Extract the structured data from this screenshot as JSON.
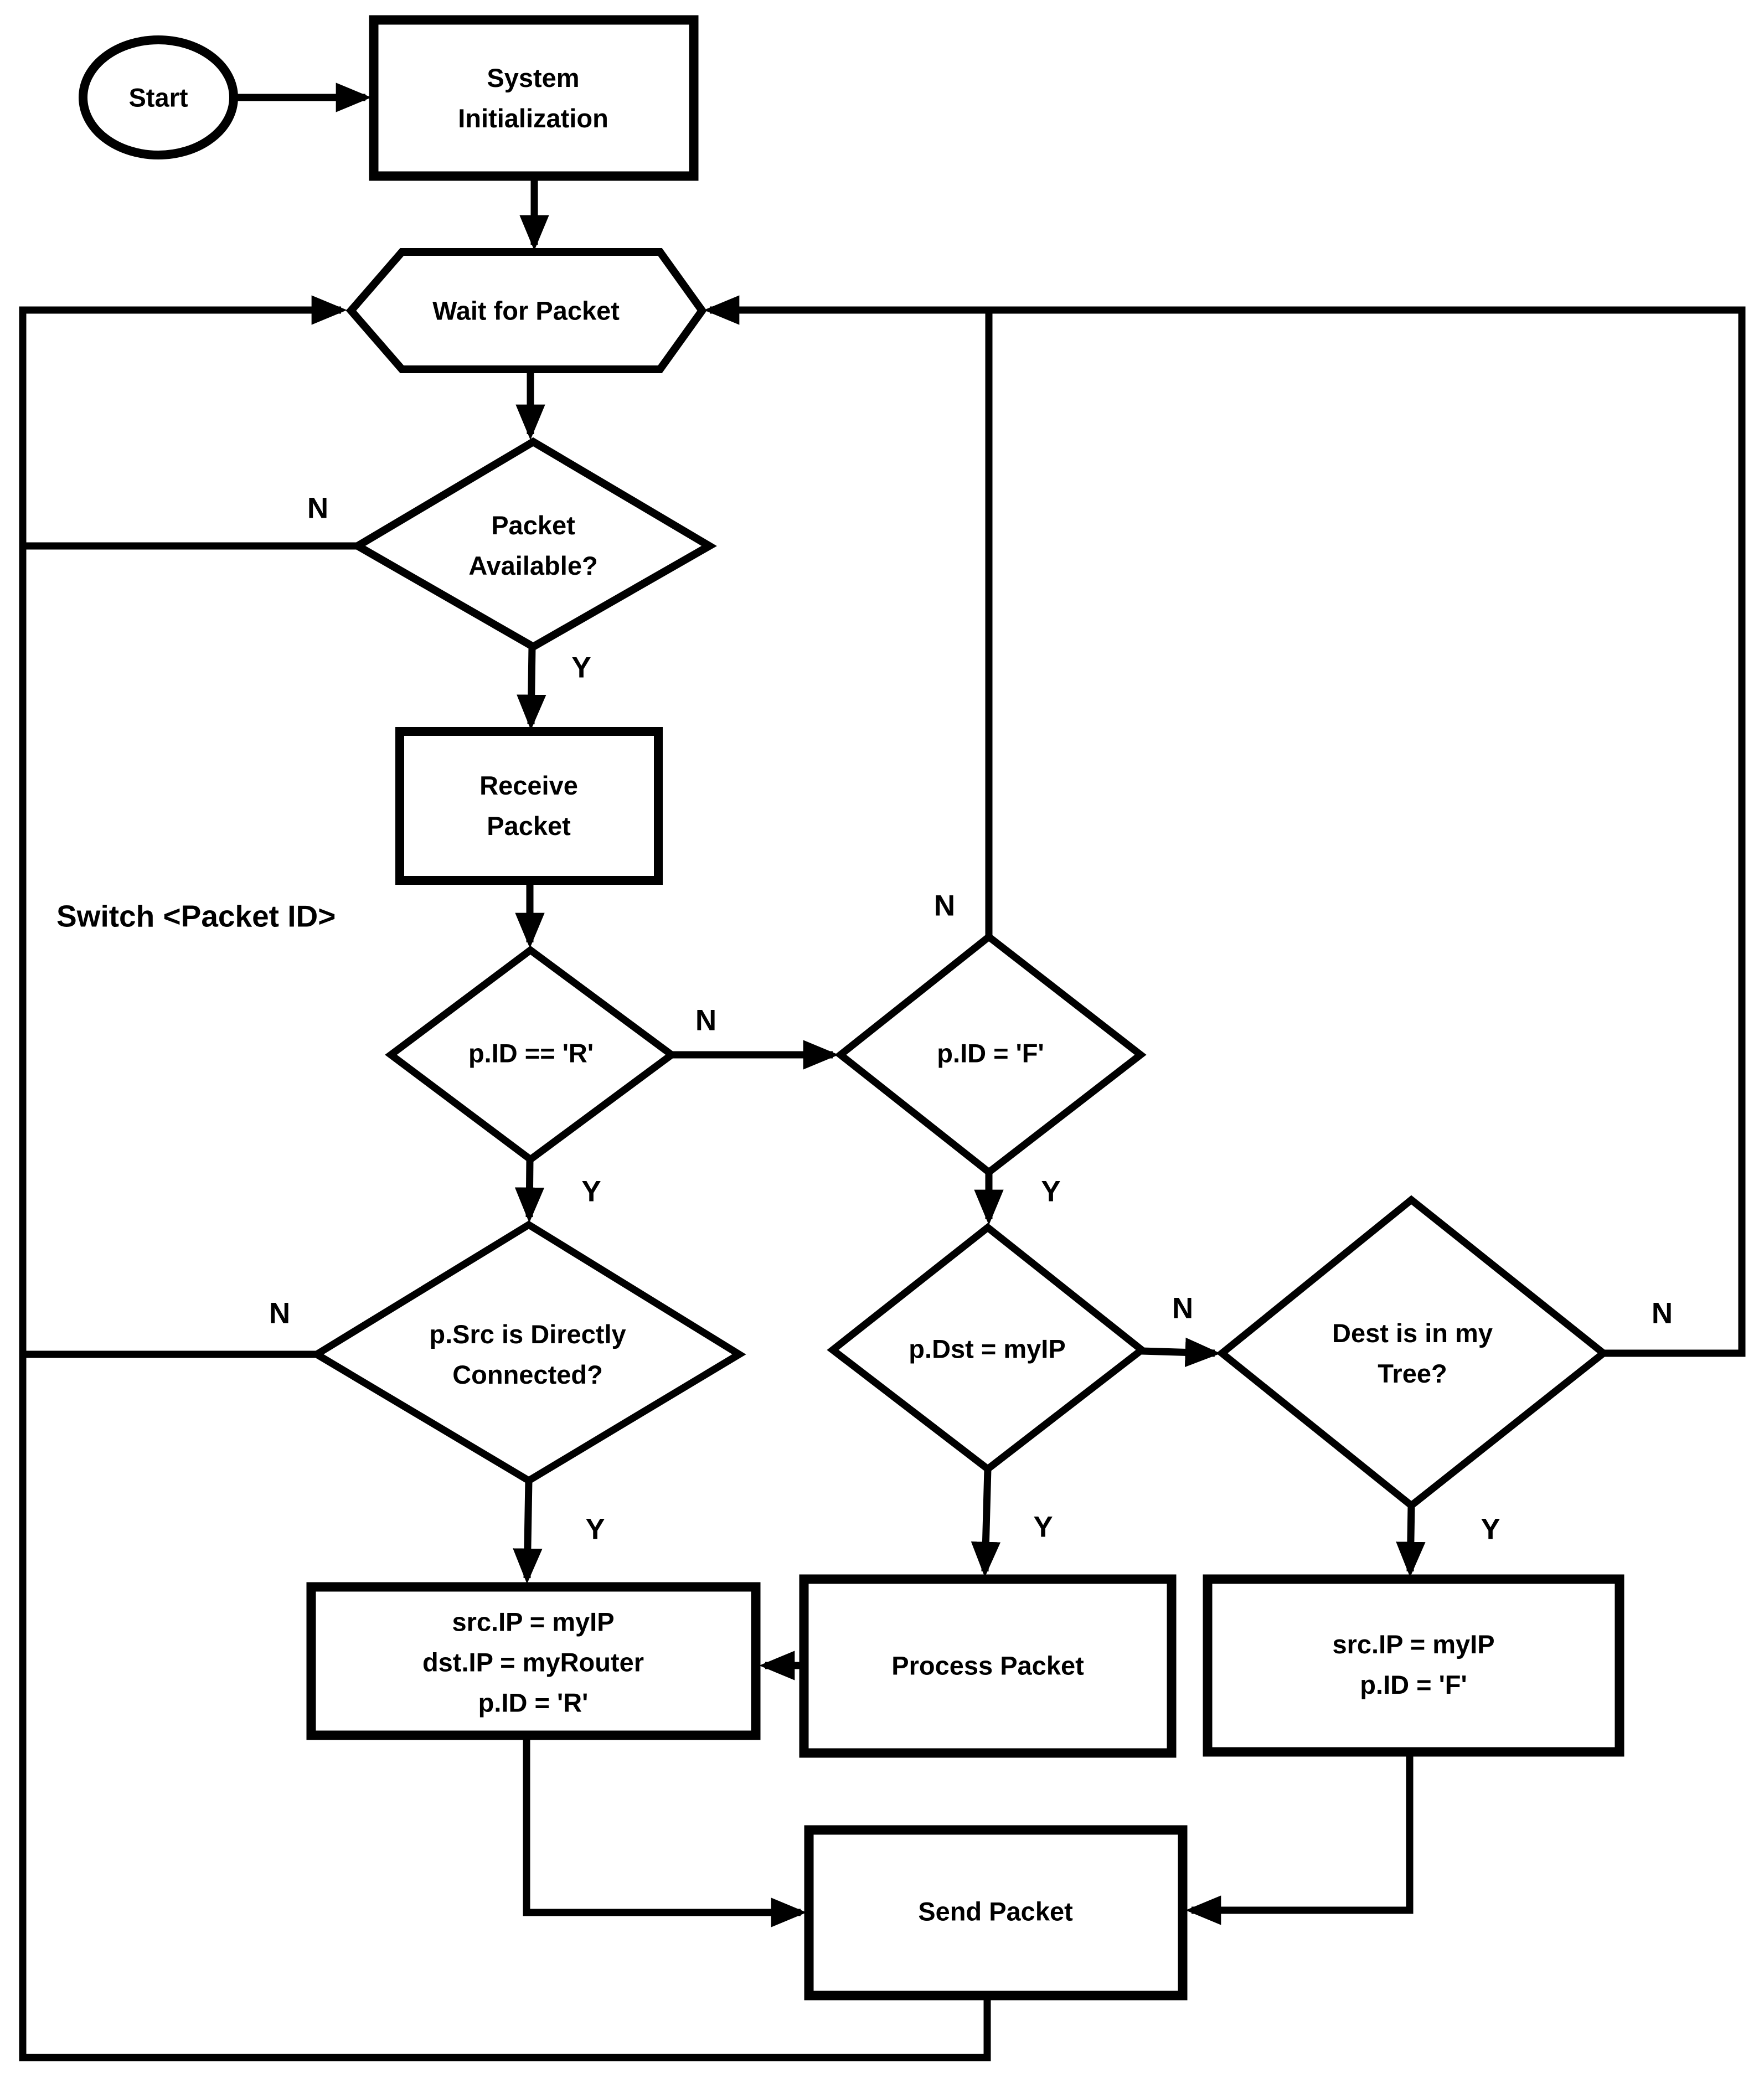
{
  "labels": {
    "yes": "Y",
    "no": "N"
  },
  "annotations": {
    "switch_label": "Switch <Packet ID>"
  },
  "nodes": {
    "start": {
      "label": "Start"
    },
    "system_initialization": {
      "line1": "System",
      "line2": "Initialization"
    },
    "wait_for_packet": {
      "label": "Wait for Packet"
    },
    "packet_available": {
      "line1": "Packet",
      "line2": "Available?"
    },
    "receive_packet": {
      "line1": "Receive",
      "line2": "Packet"
    },
    "pid_equals_r": {
      "label": "p.ID == 'R'"
    },
    "pid_equals_f": {
      "label": "p.ID = 'F'"
    },
    "psrc_directly_connected": {
      "line1": "p.Src is Directly",
      "line2": "Connected?"
    },
    "pdst_equals_myip": {
      "label": "p.Dst = myIP"
    },
    "dest_in_my_tree": {
      "line1": "Dest is in my",
      "line2": "Tree?"
    },
    "set_router_fields": {
      "line1": "src.IP = myIP",
      "line2": "dst.IP = myRouter",
      "line3": "p.ID = 'R'"
    },
    "process_packet": {
      "label": "Process Packet"
    },
    "set_forward_fields": {
      "line1": "src.IP = myIP",
      "line2": "p.ID = 'F'"
    },
    "send_packet": {
      "label": "Send Packet"
    }
  },
  "colors": {
    "ink": "#000000",
    "background": "#ffffff"
  }
}
